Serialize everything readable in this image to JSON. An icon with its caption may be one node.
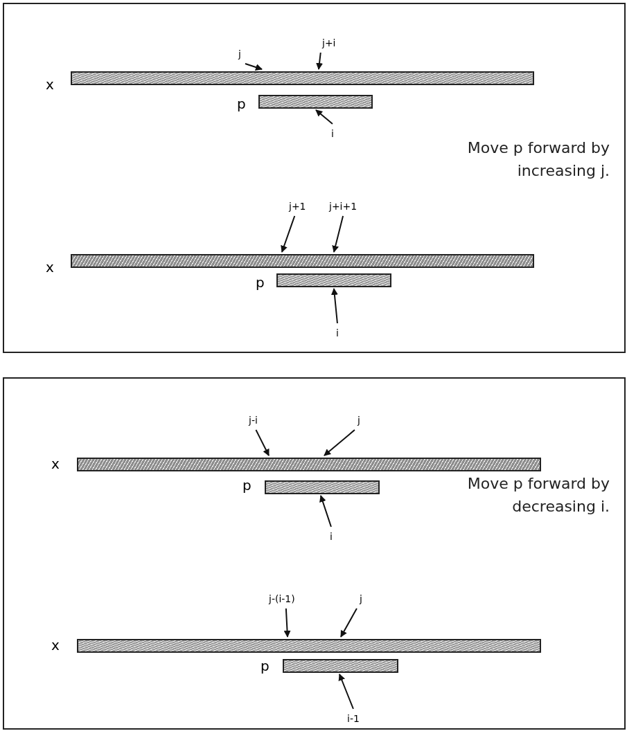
{
  "diagram": {
    "nodes": [
      {
        "text": [],
        "shape": "box"
      },
      {
        "text": [
          "j"
        ],
        "in": 0
      },
      {
        "text": [
          "j+i"
        ],
        "in": 0
      },
      {
        "text": [],
        "shape": "bar",
        "in": 0,
        "beside": [
          "x"
        ]
      },
      {
        "text": [],
        "shape": "bar",
        "in": 0,
        "beside": [
          "p"
        ]
      },
      {
        "text": [
          "i"
        ],
        "in": 0
      },
      {
        "text": [
          "j+1"
        ],
        "in": 0
      },
      {
        "text": [
          "j+i+1"
        ],
        "in": 0
      },
      {
        "text": [],
        "shape": "bar",
        "in": 0,
        "beside": [
          "x"
        ]
      },
      {
        "text": [],
        "shape": "bar",
        "in": 0,
        "beside": [
          "p"
        ]
      },
      {
        "text": [
          "i"
        ],
        "in": 0
      },
      {
        "text": [],
        "shape": "box"
      },
      {
        "text": [
          "j-i"
        ],
        "in": 11
      },
      {
        "text": [
          "j"
        ],
        "in": 11
      },
      {
        "text": [],
        "shape": "bar",
        "in": 11,
        "beside": [
          "x"
        ]
      },
      {
        "text": [],
        "shape": "bar",
        "in": 11,
        "beside": [
          "p"
        ]
      },
      {
        "text": [
          "i"
        ],
        "in": 11
      },
      {
        "text": [
          "j-(i-1)"
        ],
        "in": 11
      },
      {
        "text": [
          "j"
        ],
        "in": 11
      },
      {
        "text": [],
        "shape": "bar",
        "in": 11,
        "beside": [
          "x"
        ]
      },
      {
        "text": [],
        "shape": "bar",
        "in": 11,
        "beside": [
          "p"
        ]
      },
      {
        "text": [
          "i-1"
        ],
        "in": 11
      }
    ],
    "edges": [
      {
        "from": 1,
        "to": 3,
        "arrow": "to"
      },
      {
        "from": 2,
        "to": 3,
        "arrow": "to"
      },
      {
        "from": 5,
        "to": 4,
        "arrow": "to"
      },
      {
        "from": 6,
        "to": 8,
        "arrow": "to"
      },
      {
        "from": 7,
        "to": 8,
        "arrow": "to"
      },
      {
        "from": 10,
        "to": 9,
        "arrow": "to"
      },
      {
        "from": 12,
        "to": 14,
        "arrow": "to"
      },
      {
        "from": 13,
        "to": 14,
        "arrow": "to"
      },
      {
        "from": 16,
        "to": 15,
        "arrow": "to"
      },
      {
        "from": 17,
        "to": 19,
        "arrow": "to"
      },
      {
        "from": 18,
        "to": 19,
        "arrow": "to"
      },
      {
        "from": 21,
        "to": 20,
        "arrow": "to"
      }
    ],
    "labels": [
      "Move p forward by increasing j.",
      "Move p forward by decreasing i."
    ]
  }
}
